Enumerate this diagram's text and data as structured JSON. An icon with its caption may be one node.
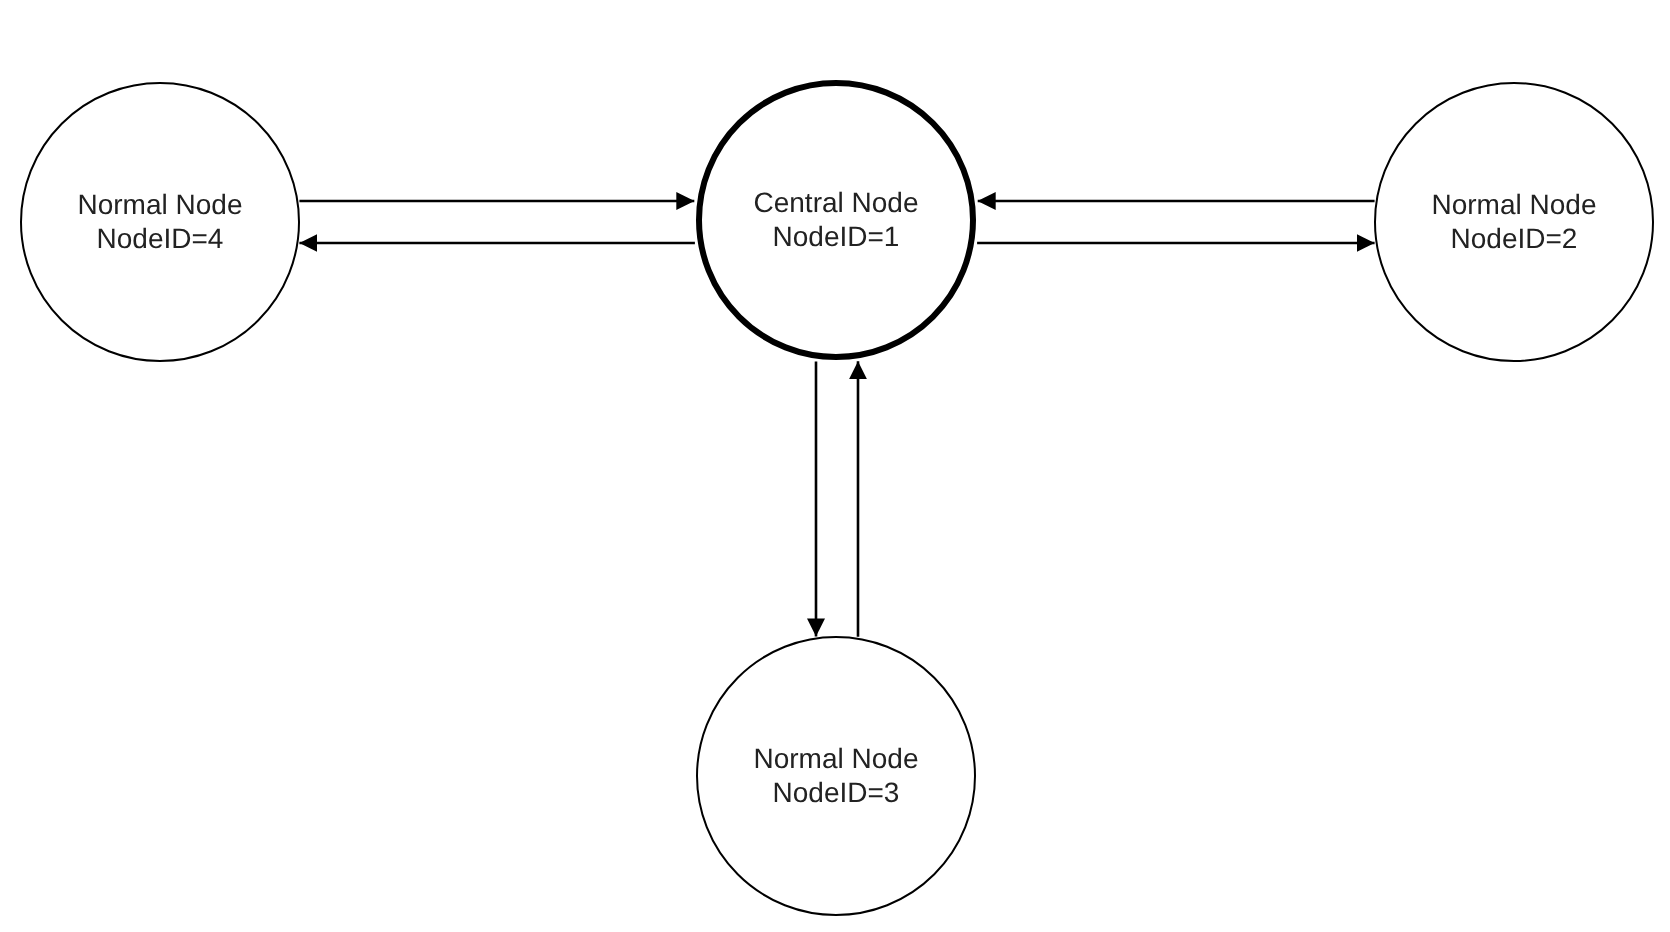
{
  "diagram": {
    "nodes": [
      {
        "text": [
          "Normal Node",
          "NodeID=4"
        ]
      },
      {
        "text": [
          "Central Node",
          "NodeID=1"
        ]
      },
      {
        "text": [
          "Normal Node",
          "NodeID=2"
        ]
      },
      {
        "text": [
          "Normal Node",
          "NodeID=3"
        ]
      }
    ],
    "edges": [
      {
        "from": 0,
        "to": 1,
        "arrow": "to"
      },
      {
        "from": 1,
        "to": 0,
        "arrow": "to"
      },
      {
        "from": 2,
        "to": 1,
        "arrow": "to"
      },
      {
        "from": 1,
        "to": 2,
        "arrow": "to"
      },
      {
        "from": 1,
        "to": 3,
        "arrow": "to"
      },
      {
        "from": 3,
        "to": 1,
        "arrow": "to"
      }
    ]
  }
}
